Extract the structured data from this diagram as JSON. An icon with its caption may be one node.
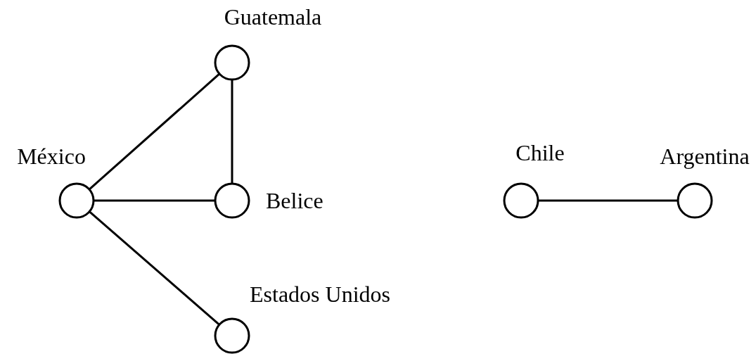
{
  "diagram": {
    "nodes": [
      {
        "text": [
          "Guatemala"
        ]
      },
      {
        "text": [
          "México"
        ]
      },
      {
        "text": [
          "Belice"
        ]
      },
      {
        "text": [
          "Estados Unidos"
        ]
      },
      {
        "text": [
          "Chile"
        ]
      },
      {
        "text": [
          "Argentina"
        ]
      }
    ],
    "edges": [
      {
        "from": 1,
        "to": 0,
        "arrow": "none"
      },
      {
        "from": 0,
        "to": 2,
        "arrow": "none"
      },
      {
        "from": 1,
        "to": 2,
        "arrow": "none"
      },
      {
        "from": 1,
        "to": 3,
        "arrow": "none"
      },
      {
        "from": 4,
        "to": 5,
        "arrow": "none"
      }
    ]
  }
}
